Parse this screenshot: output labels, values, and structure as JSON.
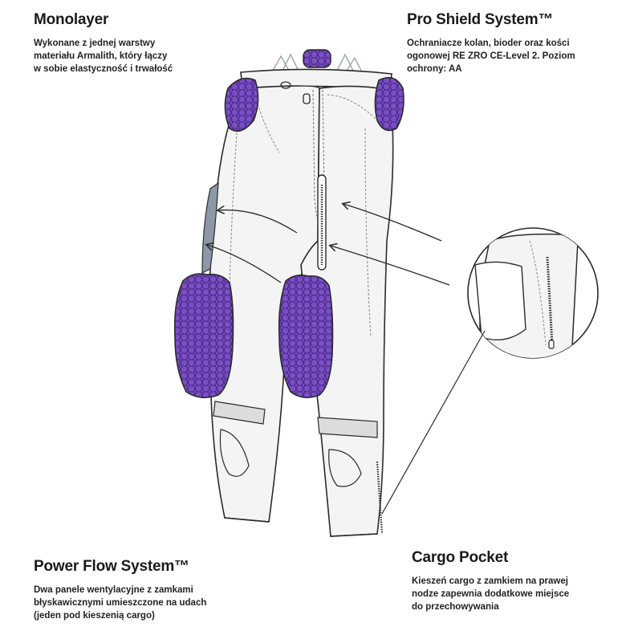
{
  "features": {
    "monolayer": {
      "title": "Monolayer",
      "lines": [
        "Wykonane z jednej warstwy",
        "materiału Armalith, który łączy",
        "w sobie elastyczność i trwałość"
      ]
    },
    "pro_shield": {
      "title": "Pro Shield System™",
      "lines": [
        "Ochraniacze kolan, bioder oraz kości",
        "ogonowej RE ZRO CE-Level 2. Poziom",
        "ochrony: AA"
      ]
    },
    "power_flow": {
      "title": "Power Flow System™",
      "lines": [
        "Dwa panele wentylacyjne z zamkami",
        "błyskawicznymi umieszczone na udach",
        "(jeden pod kieszenią cargo)"
      ]
    },
    "cargo_pocket": {
      "title": "Cargo Pocket",
      "lines": [
        "Kieszeń cargo z zamkiem na prawej",
        "nodze zapewnia dodatkowe miejsce",
        "do przechowywania"
      ]
    }
  },
  "colors": {
    "protector": "#7b4fc4",
    "protector_dark": "#4a2c8a",
    "outline": "#2b2b2b",
    "fabric": "#f4f4f4",
    "panel": "#dcdcdc"
  }
}
